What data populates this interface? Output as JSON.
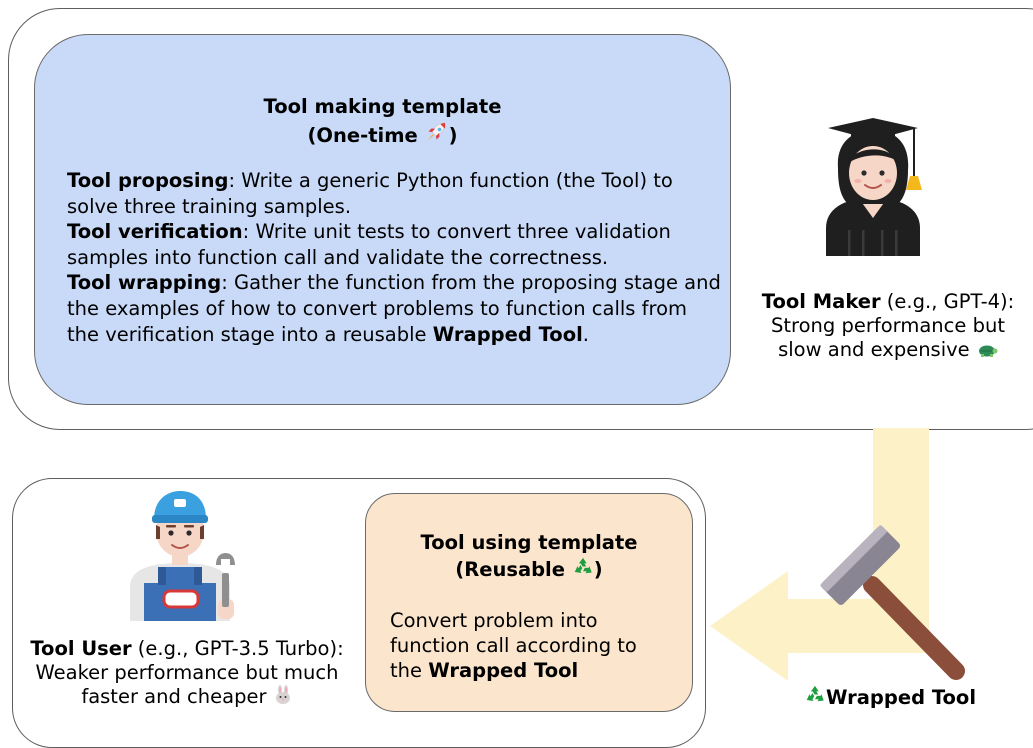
{
  "tool_making": {
    "title_line1": "Tool making template",
    "title_line2": "(One-time",
    "title_close": ")",
    "title_icon": "rocket-icon",
    "steps": [
      {
        "label": "Tool proposing",
        "text": ": Write a generic Python function (the Tool) to solve three training samples."
      },
      {
        "label": "Tool verification",
        "text": ": Write unit tests to convert three validation samples into function call and validate the correctness."
      },
      {
        "label": "Tool wrapping",
        "text": ": Gather the function from the proposing stage and the examples of how to convert problems to function calls from the verification stage into a reusable "
      }
    ],
    "wrapped_bold": "Wrapped Tool",
    "period": "."
  },
  "tool_maker": {
    "name": "Tool Maker",
    "model": " (e.g., GPT-4):",
    "line2": "Strong performance but",
    "line3": "slow and expensive",
    "icon": "turtle-icon",
    "avatar": "student-graduate-icon"
  },
  "tool_using": {
    "title_line1": "Tool using template",
    "title_line2": "(Reusable",
    "title_close": ")",
    "title_icon": "recycle-icon",
    "body_line1": "Convert problem into",
    "body_line2": "function call according to",
    "body_prefix": "the ",
    "body_bold": "Wrapped Tool"
  },
  "tool_user": {
    "name": "Tool User",
    "model": " (e.g., GPT-3.5 Turbo):",
    "line2": "Weaker performance but much",
    "line3": "faster and cheaper",
    "icon": "rabbit-icon",
    "avatar": "mechanic-icon"
  },
  "wrapped_tool": {
    "label": "Wrapped Tool",
    "icon": "recycle-icon",
    "hammer_icon": "hammer-icon"
  },
  "colors": {
    "making_bg": "#c9daf8",
    "using_bg": "#fbe5cd",
    "arrow": "#fdf1c7",
    "recycle": "#1e9e3e"
  }
}
